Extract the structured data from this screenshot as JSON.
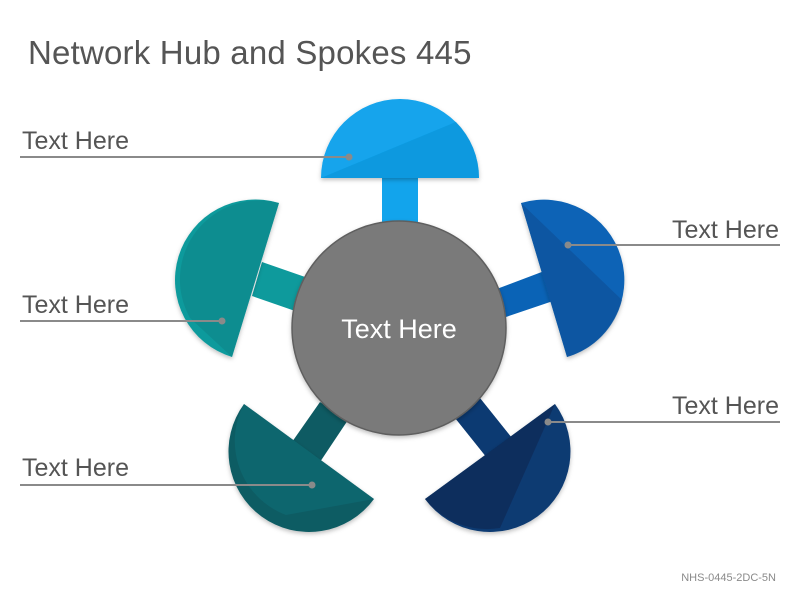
{
  "title": "Network Hub and Spokes 445",
  "hub": {
    "label": "Text Here",
    "color": "#7a7a7a"
  },
  "spokes": [
    {
      "label": "Text Here",
      "color": "#12a4ec",
      "shade": "#0a85c8"
    },
    {
      "label": "Text Here",
      "color": "#0a63b6",
      "shade": "#084d92"
    },
    {
      "label": "Text Here",
      "color": "#0c3a72",
      "shade": "#082a56"
    },
    {
      "label": "Text Here",
      "color": "#0e5b63",
      "shade": "#0a4850"
    },
    {
      "label": "Text Here",
      "color": "#0e9a9c",
      "shade": "#0b7c80"
    }
  ],
  "footer_code": "NHS-0445-2DC-5N"
}
